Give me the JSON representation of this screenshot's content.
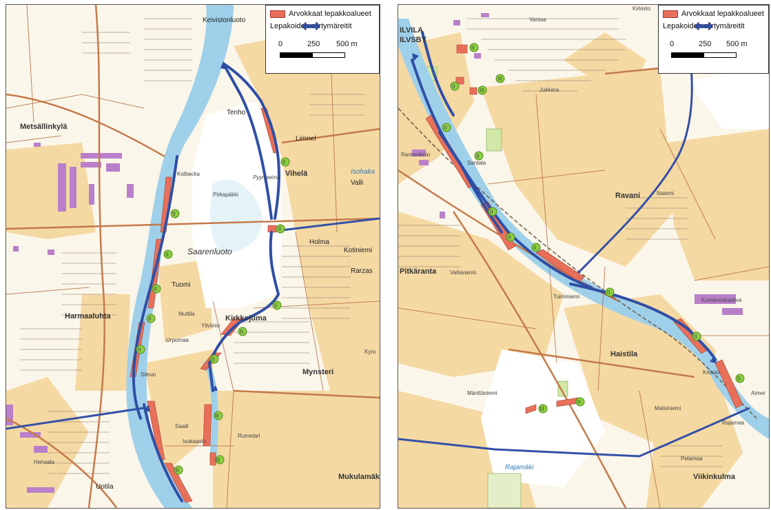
{
  "legend": {
    "valuable_areas": "Arvokkaat lepakkoalueet",
    "flight_routes": "Lepakoiden siirtymäreitit",
    "scale_labels": [
      "0",
      "250",
      "500 m"
    ]
  },
  "colors": {
    "land": "#fbf6ea",
    "fields": "#f5d9a3",
    "river": "#9fd0ea",
    "buildings": "#b97fc9",
    "roads": "#c47a4a",
    "valuable_area": "#e8705a",
    "route": "#2f4fa5",
    "site_marker": "#8ccf3f"
  },
  "marker_label": "II",
  "marker_label_alt": "III",
  "left_map": {
    "place_names": [
      "Keivistonluoto",
      "Metsällinkylä",
      "Tenho",
      "Limnel",
      "Vihelä",
      "Isohaka",
      "Valli",
      "Pirkapäkki",
      "Saarenluoto",
      "Holma",
      "Kotiniemi",
      "Rarzas",
      "Kirkkojuma",
      "Harmaaluhta",
      "Kolbacka",
      "Tuomi",
      "Muttila",
      "Yliviinio",
      "Urpomaa",
      "Sileuo",
      "Mynsteri",
      "Saaili",
      "Isokaasto",
      "Rumetari",
      "Hahaala",
      "Uotila",
      "Mukulamäki",
      "Kyro",
      "Pyynheima"
    ]
  },
  "right_map": {
    "place_names": [
      "ILVILA",
      "ILVSBY",
      "Kirkisto",
      "Vantaa",
      "Jukkera",
      "Rantaväinio",
      "Santala",
      "Ravani",
      "Naiemi",
      "Pitkäranta",
      "Vaitavainio",
      "Tuiminiemi",
      "Haistila",
      "Mänttäniemi",
      "Rajamäki",
      "Viikinkulma",
      "Kuntanoskasiiva",
      "Aimer",
      "Kmiolo",
      "Rajamaa",
      "Pelamaa",
      "Matsiniemi"
    ]
  }
}
